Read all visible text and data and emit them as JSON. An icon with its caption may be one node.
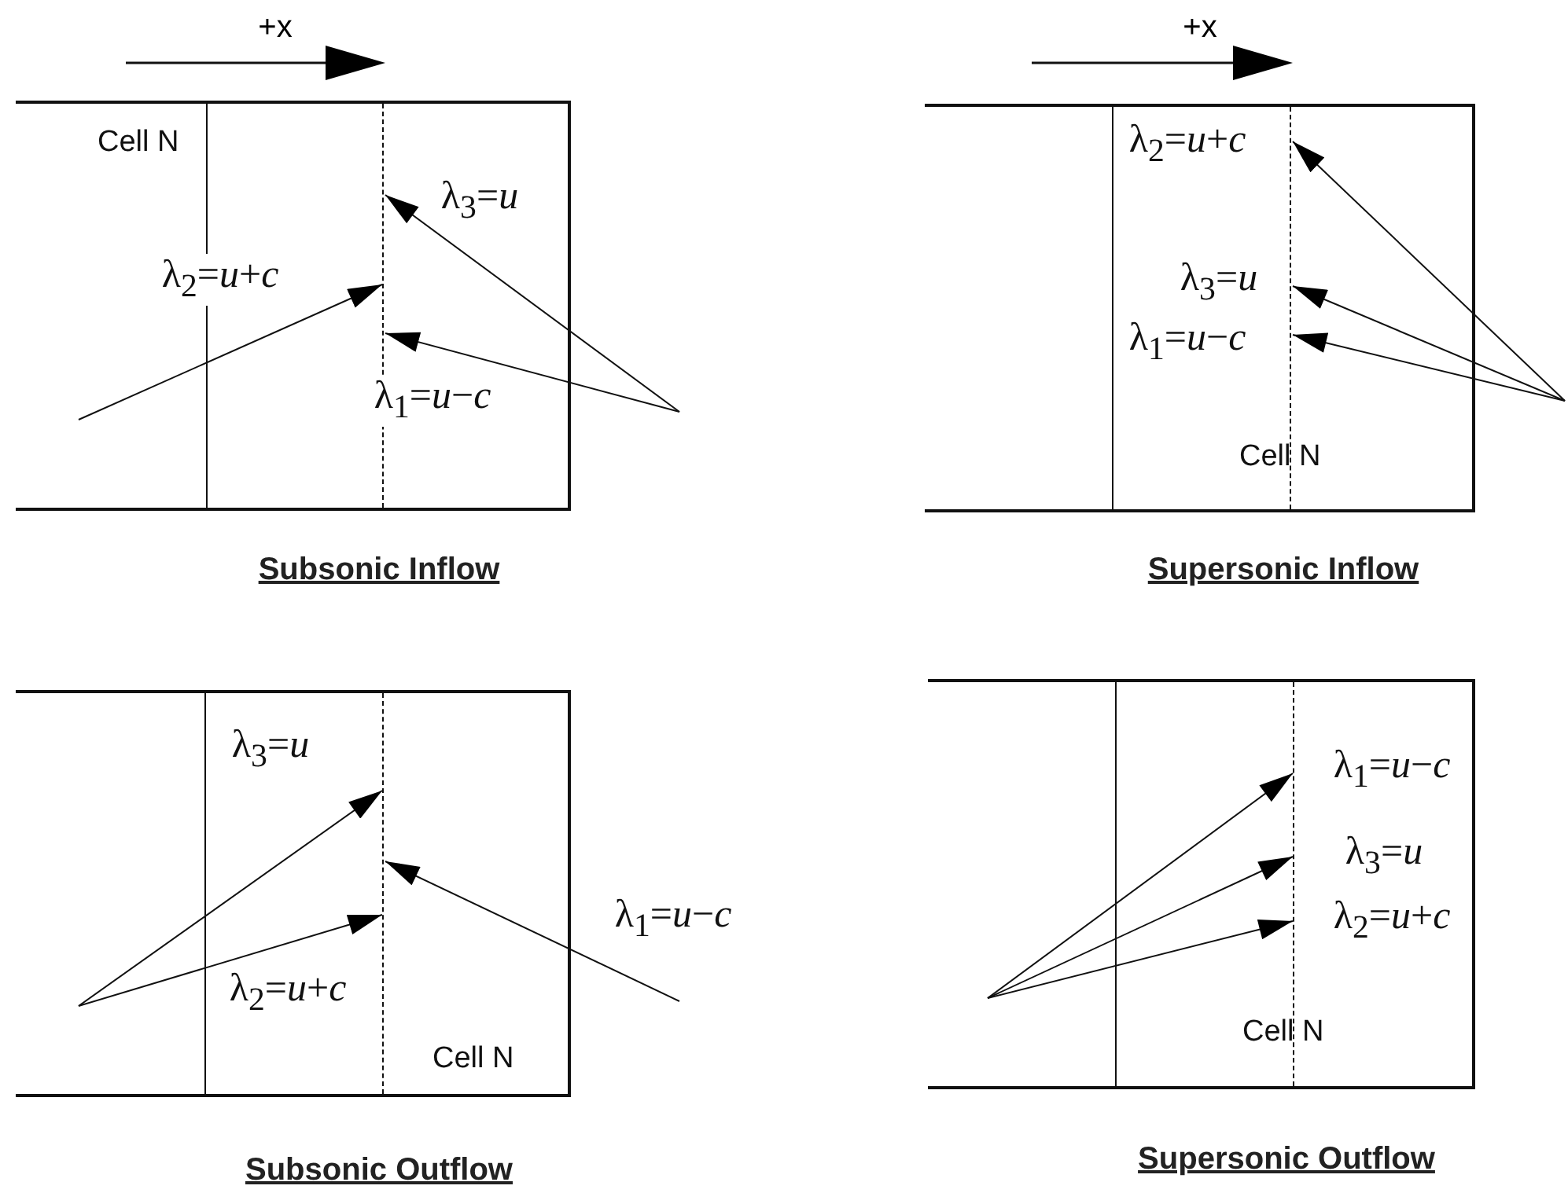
{
  "diagram": {
    "nodes": [
      {
        "text": [
          "Cell N"
        ]
      },
      {
        "text": [],
        "shape": "line",
        "in": 0
      },
      {
        "text": [
          "Cell N"
        ]
      },
      {
        "text": [],
        "shape": "line",
        "in": 2
      },
      {
        "text": [
          "Cell N"
        ]
      },
      {
        "text": [],
        "shape": "line",
        "in": 4
      },
      {
        "text": [
          "Cell N"
        ]
      },
      {
        "text": [],
        "shape": "line",
        "in": 6
      }
    ],
    "edges": [
      {
        "from": null,
        "to": 1,
        "arrow": "to",
        "label": "λ$_{2}$=*u*+*c*"
      },
      {
        "from": null,
        "to": 1,
        "arrow": "to",
        "label": "λ$_{3}$=*u*"
      },
      {
        "from": null,
        "to": 1,
        "arrow": "to",
        "label": "λ$_{1}$=*u*−*c*"
      },
      {
        "from": null,
        "to": 3,
        "arrow": "to",
        "label": "λ$_{2}$=*u*+*c*"
      },
      {
        "from": null,
        "to": 3,
        "arrow": "to",
        "label": "λ$_{3}$=*u*"
      },
      {
        "from": null,
        "to": 3,
        "arrow": "to",
        "label": "λ$_{1}$=*u*−*c*"
      },
      {
        "from": null,
        "to": 5,
        "arrow": "to",
        "label": "λ$_{3}$=*u*"
      },
      {
        "from": null,
        "to": 5,
        "arrow": "to",
        "label": "λ$_{2}$=*u*+*c*"
      },
      {
        "from": null,
        "to": 5,
        "arrow": "to",
        "label": "λ$_{1}$=*u*−*c*"
      },
      {
        "from": null,
        "to": 7,
        "arrow": "to",
        "label": "λ$_{1}$=*u*−*c*"
      },
      {
        "from": null,
        "to": 7,
        "arrow": "to",
        "label": "λ$_{3}$=*u*"
      },
      {
        "from": null,
        "to": 7,
        "arrow": "to",
        "label": "λ$_{2}$=*u*+*c*"
      }
    ],
    "labels": [
      "+x",
      "Subsonic Inflow",
      "+x",
      "Supersonic Inflow",
      "Subsonic Outflow",
      "Supersonic Outflow"
    ]
  }
}
